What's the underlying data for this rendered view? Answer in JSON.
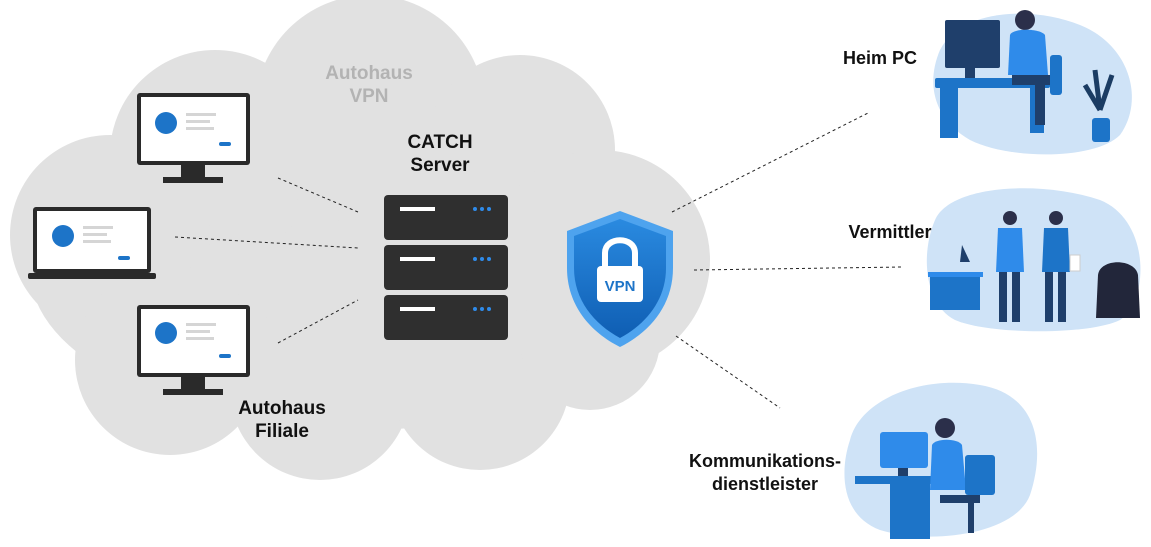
{
  "cloud": {
    "title_line1": "Autohaus",
    "title_line2": "VPN"
  },
  "server": {
    "label_line1": "CATCH",
    "label_line2": "Server"
  },
  "branch": {
    "label_line1": "Autohaus",
    "label_line2": "Filiale"
  },
  "shield": {
    "text": "VPN"
  },
  "remote": {
    "home_pc": "Heim PC",
    "broker": "Vermittler",
    "comm_line1": "Kommunikations-",
    "comm_line2": "dienstleister"
  },
  "colors": {
    "cloud": "#e1e1e1",
    "accent": "#1d74c8",
    "server": "#2f2f2f",
    "blob": "#cfe3f7"
  }
}
